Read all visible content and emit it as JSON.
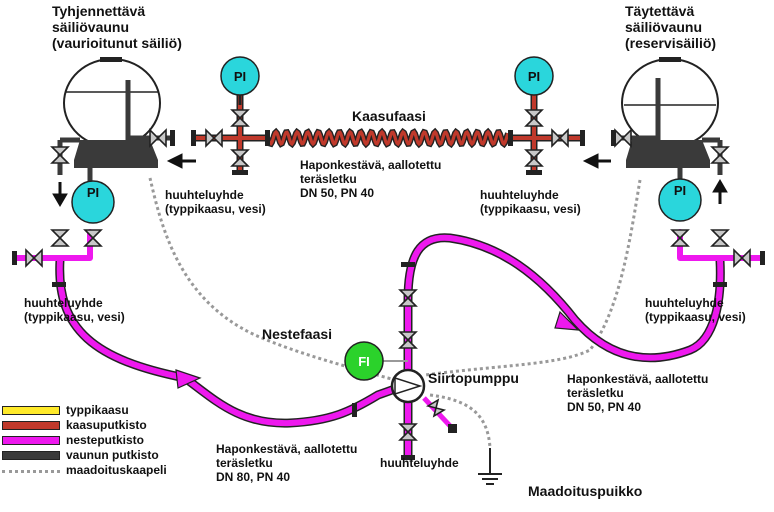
{
  "labels": {
    "left_tank_title": "Tyhjennettävä\nsäiliövaunu\n(vaurioitunut säiliö)",
    "right_tank_title": "Täytettävä\nsäiliövaunu\n(reservisäiliö)",
    "gas_phase": "Kaasufaasi",
    "gas_pipe_spec": "Haponkestävä, aallotettu\nteräsletku\nDN 50, PN 40",
    "purge_left_top": "huuhteluyhde\n(typpikaasu, vesi)",
    "purge_right_top": "huuhteluyhde\n(typpikaasu, vesi)",
    "purge_left_bottom": "huuhteluyhde\n(typpikaasu, vesi)",
    "purge_right_bottom": "huuhteluyhde\n(typpikaasu, vesi)",
    "liquid_phase": "Nestefaasi",
    "pump": "Siirtopumppu",
    "liquid_pipe_right_spec": "Haponkestävä, aallotettu\nteräsletku\nDN 50, PN 40",
    "liquid_pipe_left_spec": "Haponkestävä, aallotettu\nteräsletku\nDN 80, PN 40",
    "purge_pump": "huuhteluyhde",
    "ground_rod": "Maadoituspuikko",
    "pressure_gauge": "PI",
    "flow_meter": "FI"
  },
  "legend": [
    {
      "label": "typpikaasu",
      "color": "#ffea2a"
    },
    {
      "label": "kaasuputkisto",
      "color": "#c0392b"
    },
    {
      "label": "nesteputkisto",
      "color": "#ee18ee"
    },
    {
      "label": "vaunun putkisto",
      "color": "#3a3a3a"
    },
    {
      "label": "maadoituskaapeli",
      "color": "#999999"
    }
  ],
  "colors": {
    "gauge": "#2ad6dc",
    "flow_meter": "#2bd22b",
    "liquid_pipe": "#ee18ee",
    "gas_pipe": "#c0392b",
    "tank_piping": "#3a3a3a",
    "ground_cable": "#999999",
    "valve_body": "#c8c8c8"
  }
}
